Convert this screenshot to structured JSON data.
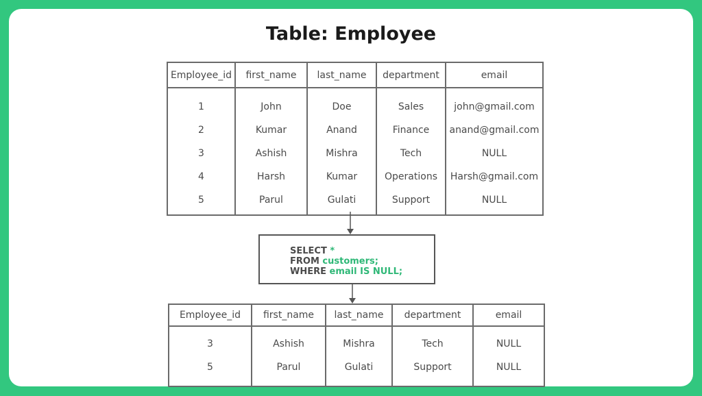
{
  "title": "Table: Employee",
  "colors": {
    "background": "#32c77f",
    "accent": "#2fb877",
    "text": "#4a4a4a",
    "border": "#6a6a6a"
  },
  "source_table": {
    "columns": [
      "Employee_id",
      "first_name",
      "last_name",
      "department",
      "email"
    ],
    "rows": [
      [
        "1",
        "John",
        "Doe",
        "Sales",
        "john@gmail.com"
      ],
      [
        "2",
        "Kumar",
        "Anand",
        "Finance",
        "anand@gmail.com"
      ],
      [
        "3",
        "Ashish",
        "Mishra",
        "Tech",
        "NULL"
      ],
      [
        "4",
        "Harsh",
        "Kumar",
        "Operations",
        "Harsh@gmail.com"
      ],
      [
        "5",
        "Parul",
        "Gulati",
        "Support",
        "NULL"
      ]
    ]
  },
  "query": {
    "line1_kw": "SELECT",
    "line1_val": "*",
    "line2_kw": "FROM",
    "line2_val": "customers;",
    "line3_kw": "WHERE",
    "line3_val1": "email",
    "line3_val2": "IS NULL;"
  },
  "result_table": {
    "columns": [
      "Employee_id",
      "first_name",
      "last_name",
      "department",
      "email"
    ],
    "rows": [
      [
        "3",
        "Ashish",
        "Mishra",
        "Tech",
        "NULL"
      ],
      [
        "5",
        "Parul",
        "Gulati",
        "Support",
        "NULL"
      ]
    ]
  }
}
